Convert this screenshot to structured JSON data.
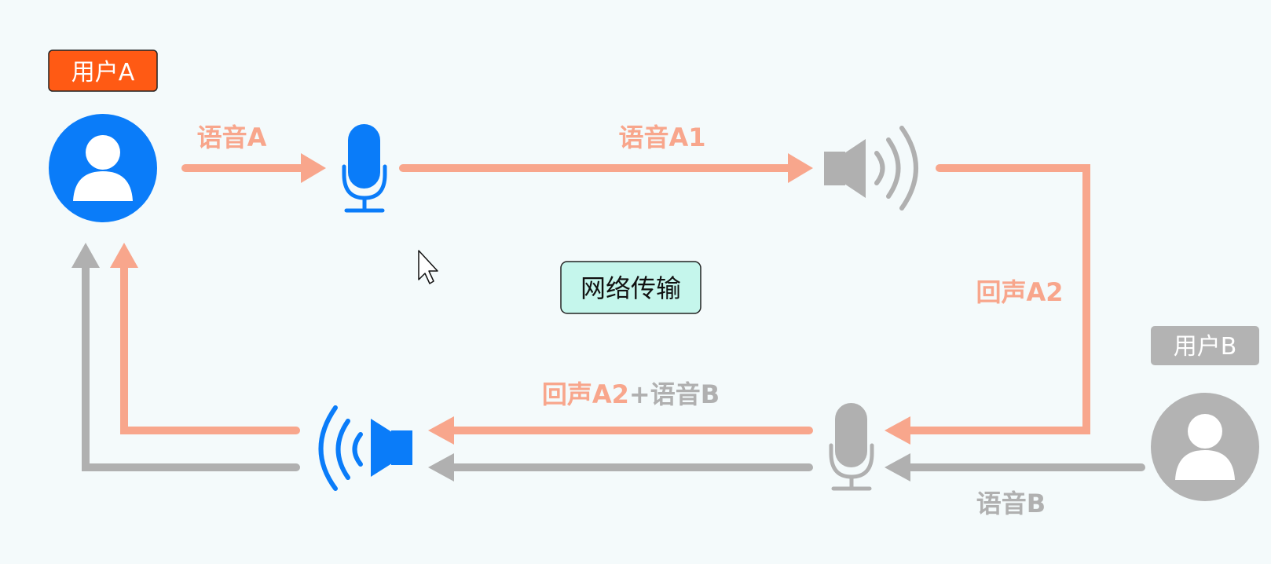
{
  "user_a": {
    "label": "用户A"
  },
  "user_b": {
    "label": "用户B"
  },
  "network": {
    "label": "网络传输"
  },
  "edges": {
    "voice_a": "语音A",
    "voice_a1": "语音A1",
    "echo_a2": "回声A2",
    "mix_echo": "回声A2",
    "mix_plus_voice": "+语音B",
    "voice_b": "语音B"
  },
  "colors": {
    "echo_flow": "#f8a68c",
    "voice_b_flow": "#b0b0b0",
    "user_a_icon": "#0a7cf9",
    "user_a_tag": "#ff5a14",
    "user_b_icon": "#b3b3b3",
    "user_b_tag": "#b3b3b3",
    "network_fill": "#c5f6ec",
    "background": "#f4fafb"
  },
  "icons": {
    "user_a": "user-avatar-icon",
    "user_b": "user-avatar-icon",
    "mic_a": "microphone-icon",
    "mic_b": "microphone-icon",
    "speaker_b": "speaker-icon",
    "speaker_a": "speaker-icon",
    "cursor": "mouse-cursor-icon"
  }
}
